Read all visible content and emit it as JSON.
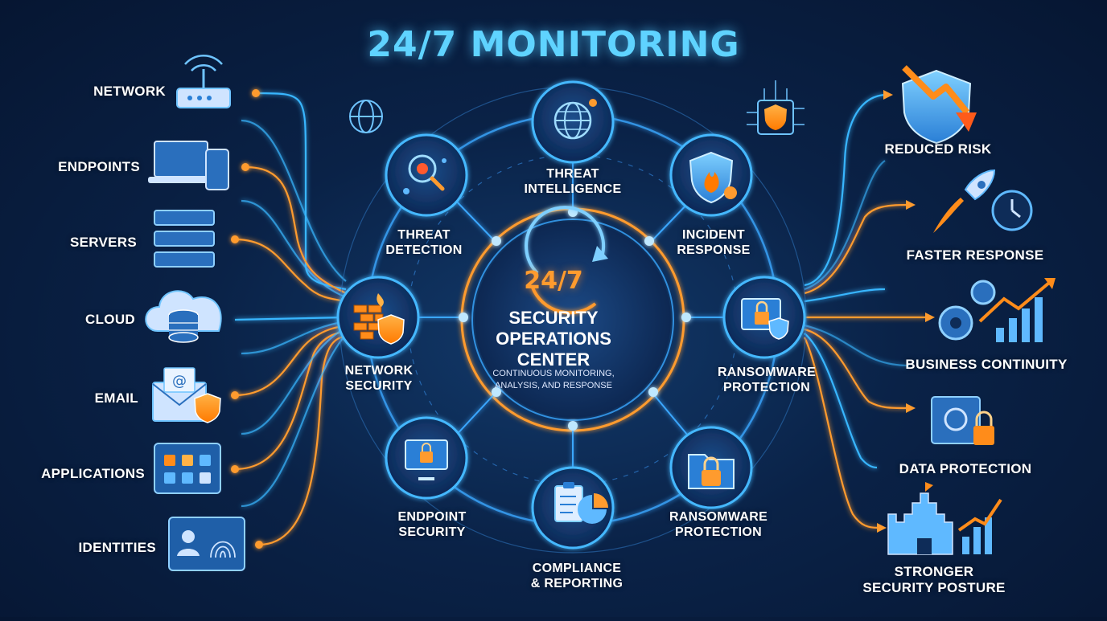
{
  "title": "24/7 MONITORING",
  "center": {
    "badge": "24/7",
    "title_line1": "SECURITY",
    "title_line2": "OPERATIONS",
    "title_line3": "CENTER",
    "subtitle_line1": "CONTINUOUS MONITORING,",
    "subtitle_line2": "ANALYSIS, AND RESPONSE"
  },
  "sources": [
    {
      "label": "NETWORK"
    },
    {
      "label": "ENDPOINTS"
    },
    {
      "label": "SERVERS"
    },
    {
      "label": "CLOUD"
    },
    {
      "label": "EMAIL"
    },
    {
      "label": "APPLICATIONS"
    },
    {
      "label": "IDENTITIES"
    }
  ],
  "nodes": [
    {
      "line1": "THREAT",
      "line2": "INTELLIGENCE"
    },
    {
      "line1": "INCIDENT",
      "line2": "RESPONSE"
    },
    {
      "line1": "RANSOMWARE",
      "line2": "PROTECTION"
    },
    {
      "line1": "RANSOMWARE",
      "line2": "PROTECTION"
    },
    {
      "line1": "COMPLIANCE",
      "line2": "& REPORTING"
    },
    {
      "line1": "ENDPOINT",
      "line2": "SECURITY"
    },
    {
      "line1": "NETWORK",
      "line2": "SECURITY"
    },
    {
      "line1": "THREAT",
      "line2": "DETECTION"
    }
  ],
  "outcomes": [
    {
      "label": "REDUCED RISK"
    },
    {
      "label": "FASTER RESPONSE"
    },
    {
      "label": "BUSINESS CONTINUITY"
    },
    {
      "label": "DATA PROTECTION"
    },
    {
      "line1": "STRONGER",
      "line2": "SECURITY POSTURE"
    }
  ],
  "colors": {
    "accent_cyan": "#39b6ff",
    "accent_orange": "#ff9b2e",
    "background": "#0a2247",
    "icon_shield": "#ff8c1a"
  }
}
